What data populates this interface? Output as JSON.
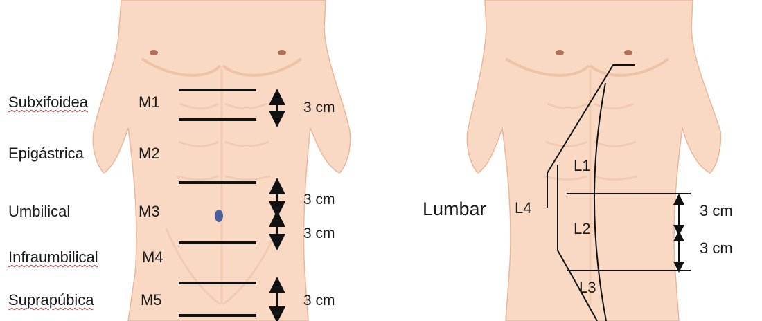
{
  "colors": {
    "skin": "#f9d9c4",
    "skin_shade": "#e8b79b",
    "background": "#ffffff",
    "line": "#111111",
    "navel": "#4a5fa0"
  },
  "left_figure": {
    "regions": [
      {
        "name": "Subxifoidea",
        "code": "M1",
        "spellcheck_underline": true
      },
      {
        "name": "Epigástrica",
        "code": "M2",
        "spellcheck_underline": false
      },
      {
        "name": "Umbilical",
        "code": "M3",
        "spellcheck_underline": false
      },
      {
        "name": "Infraumbilical",
        "code": "M4",
        "spellcheck_underline": true
      },
      {
        "name": "Suprapúbica",
        "code": "M5",
        "spellcheck_underline": true
      }
    ],
    "distances": [
      "3 cm",
      "3 cm",
      "3 cm",
      "3 cm"
    ]
  },
  "right_figure": {
    "lumbar_label": "Lumbar",
    "zones": [
      "L1",
      "L2",
      "L3",
      "L4"
    ],
    "distances": [
      "3 cm",
      "3 cm"
    ]
  }
}
